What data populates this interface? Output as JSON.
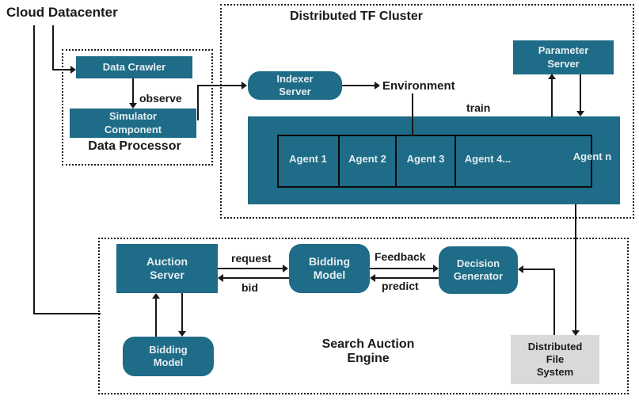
{
  "diagram": {
    "labels": {
      "cloud_datacenter": "Cloud Datacenter",
      "observe": "observe",
      "environment": "Environment",
      "train": "train",
      "request": "request",
      "bid": "bid",
      "feedback": "Feedback",
      "predict": "predict"
    },
    "groups": {
      "data_processor": "Data Processor",
      "tf_cluster": "Distributed TF Cluster",
      "search_auction_engine": "Search Auction\nEngine"
    },
    "nodes": {
      "data_crawler": "Data Crawler",
      "simulator_component": "Simulator\nComponent",
      "indexer_server": "Indexer\nServer",
      "parameter_server": "Parameter\nServer",
      "auction_server": "Auction\nServer",
      "bidding_model_top": "Bidding\nModel",
      "bidding_model_bottom": "Bidding\nModel",
      "decision_generator": "Decision\nGenerator",
      "distributed_file_system": "Distributed\nFile\nSystem"
    },
    "agents": [
      "Agent 1",
      "Agent 2",
      "Agent 3",
      "Agent 4...",
      "Agent n"
    ],
    "colors": {
      "node_teal": "#1e6c87",
      "node_gray": "#d9d9d9",
      "line": "#181818",
      "node_text": "#e6eef2",
      "text": "#1a1a1a"
    }
  }
}
